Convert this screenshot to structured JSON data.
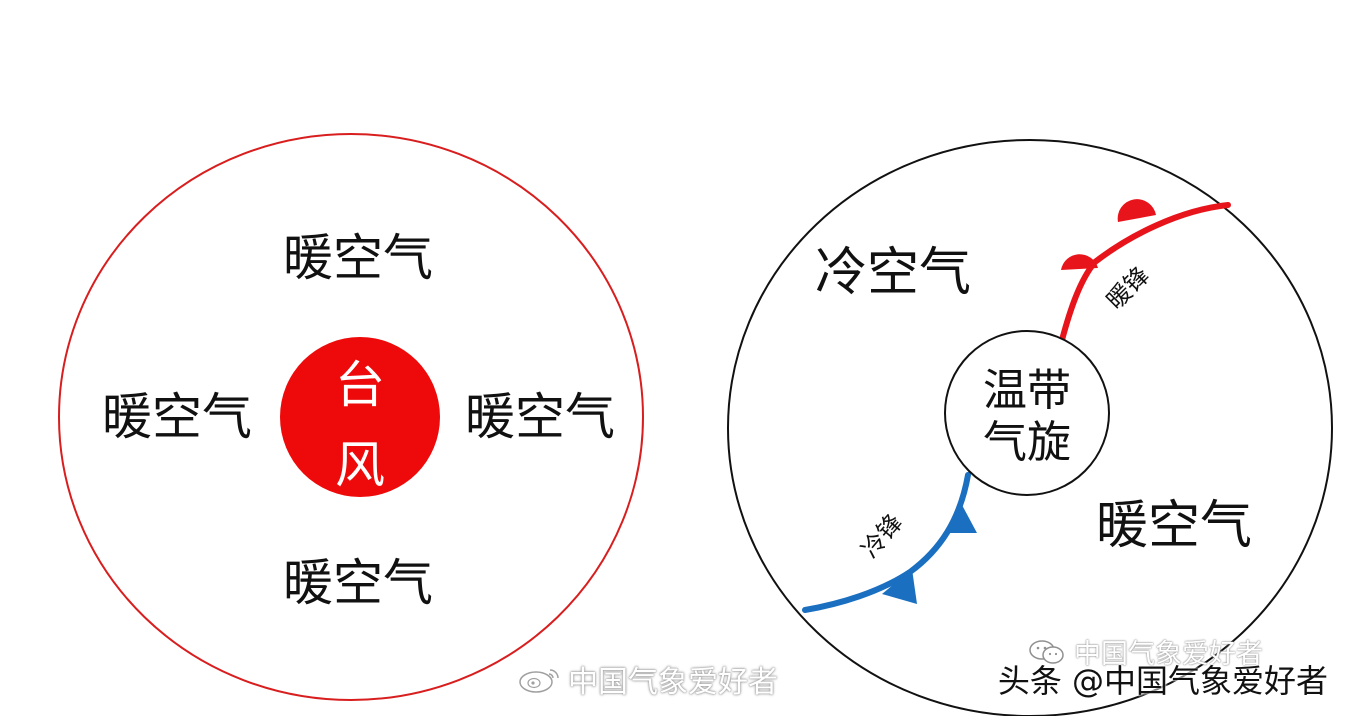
{
  "typhoon_diagram": {
    "outer_label_top": "暖空气",
    "outer_label_left": "暖空气",
    "outer_label_right": "暖空气",
    "outer_label_bottom": "暖空气",
    "center_char_1": "台",
    "center_char_2": "风"
  },
  "cyclone_diagram": {
    "cold_air_label": "冷空气",
    "warm_air_label": "暖空气",
    "center_line_1": "温带",
    "center_line_2": "气旋",
    "warm_front_label": "暖锋",
    "cold_front_label": "冷锋"
  },
  "watermarks": {
    "weibo": "中国气象爱好者",
    "wechat": "中国气象爱好者",
    "toutiao": "头条 @中国气象爱好者"
  },
  "colors": {
    "typhoon_outline": "#d81e1e",
    "typhoon_core": "#ee0a0a",
    "warm_front": "#e8141b",
    "cold_front": "#1a6fc0",
    "text": "#111111"
  }
}
